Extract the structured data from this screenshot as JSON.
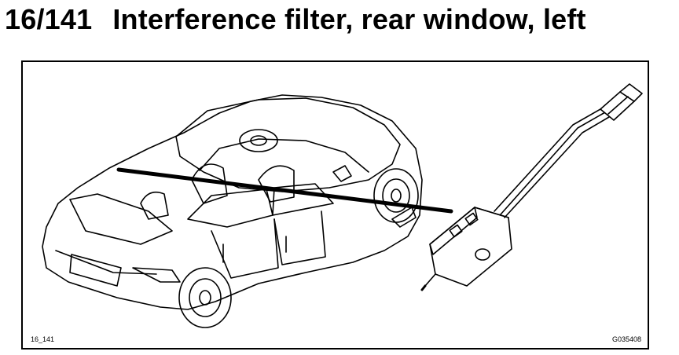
{
  "header": {
    "number": "16/141",
    "title": "Interference filter, rear window, left"
  },
  "figure": {
    "figure_number": "16_141",
    "figure_code": "G035408"
  }
}
